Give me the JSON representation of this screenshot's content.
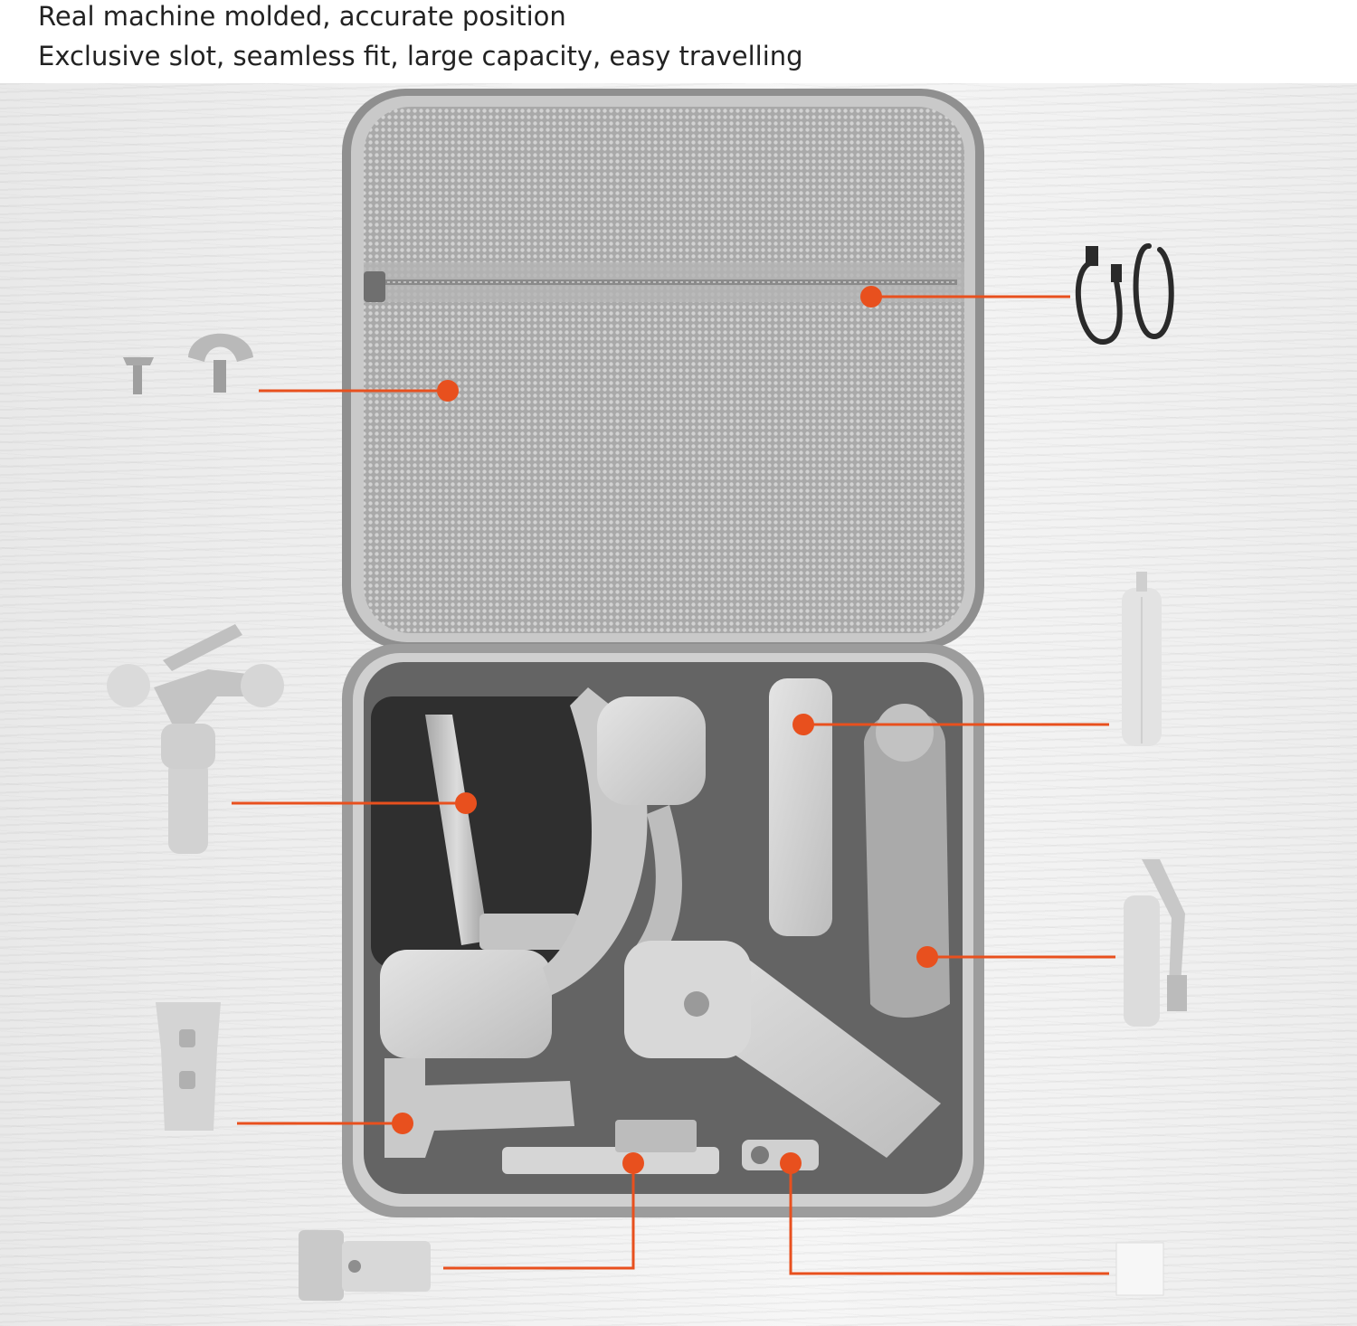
{
  "caption": {
    "line1": "Real machine molded, accurate position",
    "line2": "Exclusive slot, seamless fit, large capacity, easy travelling"
  },
  "colors": {
    "accent": "#e8501e",
    "case_shell": "#9a9a9a",
    "mesh": "#b8b8b8",
    "foam": "#5d5d5d",
    "gimbal": "#d6d6d6"
  },
  "accessories": [
    "screws",
    "usb-cables",
    "gimbal",
    "mini-tripod",
    "phone-holder",
    "extension-grip",
    "quick-release-plate",
    "lens-clamp"
  ]
}
